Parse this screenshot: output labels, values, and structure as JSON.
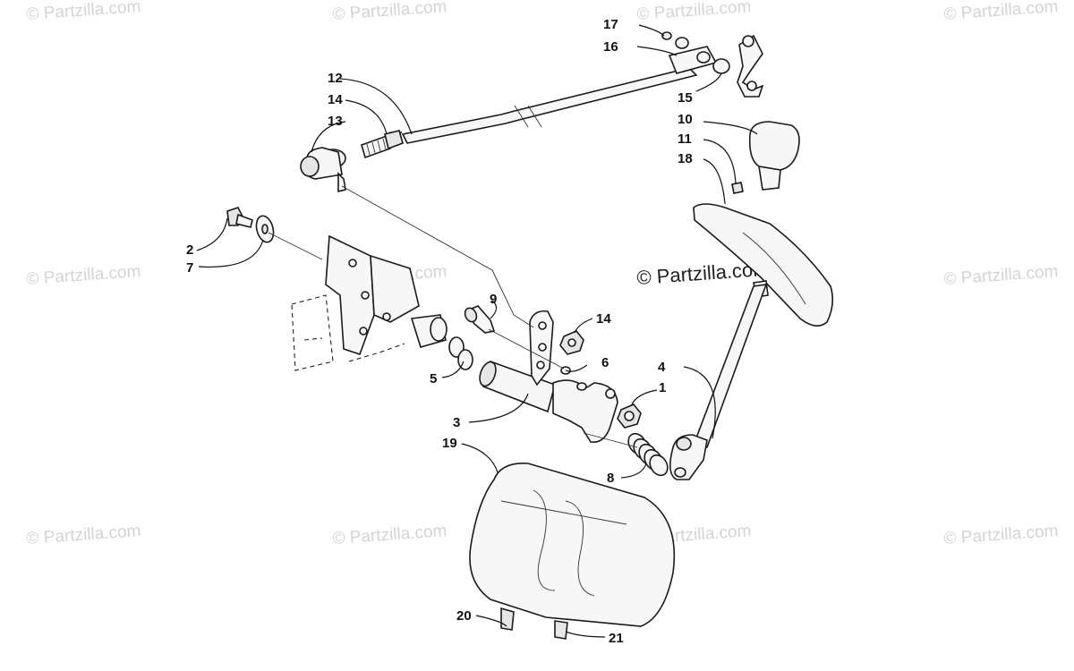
{
  "watermark": {
    "tile_text": "© Partzilla.com",
    "center_text": "© Partzilla.com"
  },
  "callouts": {
    "c1": "1",
    "c2": "2",
    "c3": "3",
    "c4": "4",
    "c5": "5",
    "c6": "6",
    "c7": "7",
    "c8": "8",
    "c9": "9",
    "c10": "10",
    "c11": "11",
    "c12": "12",
    "c13": "13",
    "c14a": "14",
    "c14b": "14",
    "c15": "15",
    "c16": "16",
    "c17": "17",
    "c18": "18",
    "c19": "19",
    "c20": "20",
    "c21": "21"
  }
}
